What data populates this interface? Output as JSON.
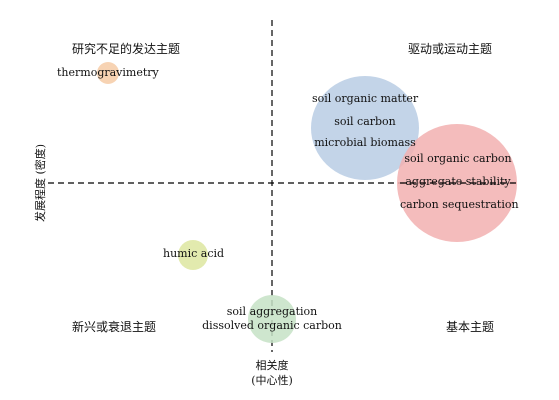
{
  "quadrants": {
    "top_left": "研究不足的发达主题",
    "top_right": "驱动或运动主题",
    "bottom_left": "新兴或衰退主题",
    "bottom_right": "基本主题"
  },
  "axes": {
    "y_label": "发展程度 (密度)",
    "x_label_line1": "相关度",
    "x_label_line2": "(中心性)"
  },
  "clusters": [
    {
      "terms": [
        "thermogravimetry"
      ],
      "color": "#f6cba6"
    },
    {
      "terms": [
        "soil organic matter",
        "soil carbon",
        "microbial biomass"
      ],
      "color": "#b8cce4"
    },
    {
      "terms": [
        "soil organic carbon",
        "aggregate stability",
        "carbon sequestration"
      ],
      "color": "#f2b0b0"
    },
    {
      "terms": [
        "humic acid"
      ],
      "color": "#dde6a0"
    },
    {
      "terms": [
        "soil aggregation",
        "dissolved organic carbon"
      ],
      "color": "#c5e2c5"
    }
  ]
}
